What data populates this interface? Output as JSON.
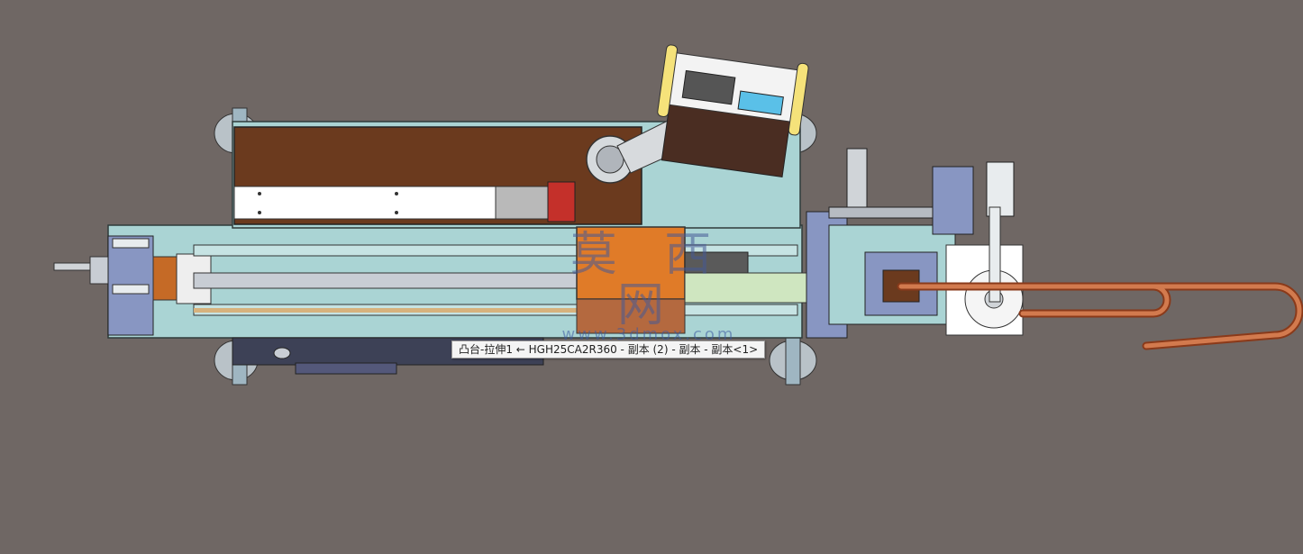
{
  "viewport": {
    "background": "#6f6764"
  },
  "tooltip": {
    "text": "凸台-拉伸1 ← HGH25CA2R360 - 副本 (2) - 副本 - 副本<1>"
  },
  "watermark": {
    "site_name": "莫 西 网",
    "url": "www.3dmox.com"
  },
  "colors": {
    "base_plate": "#aad4d4",
    "frame_blue": "#8896c2",
    "brown_block": "#6b3a1e",
    "orange_carriage": "#e07b28",
    "copper_tube": "#c3643a",
    "dark_slab": "#3d4156",
    "shaft_green": "#cfe6c0",
    "steel": "#c8cdd4"
  }
}
